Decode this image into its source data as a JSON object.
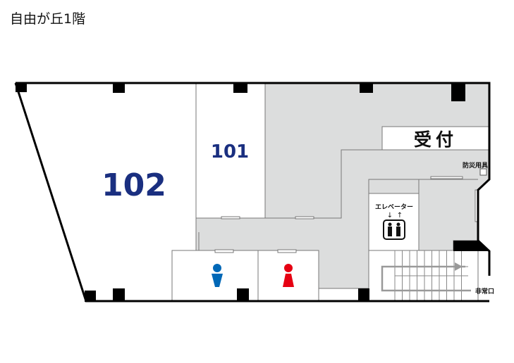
{
  "title": "自由が丘1階",
  "rooms": {
    "room_102": "102",
    "room_101": "101",
    "reception": "受付",
    "disaster_supplies": "防災用具",
    "elevator": "エレベーター",
    "emergency_exit": "非常口"
  },
  "colors": {
    "room_number": "#1a2f80",
    "common_area": "#dcdddd",
    "mens_restroom": "#0068b7",
    "womens_restroom": "#e60012",
    "wall": "#000000"
  }
}
